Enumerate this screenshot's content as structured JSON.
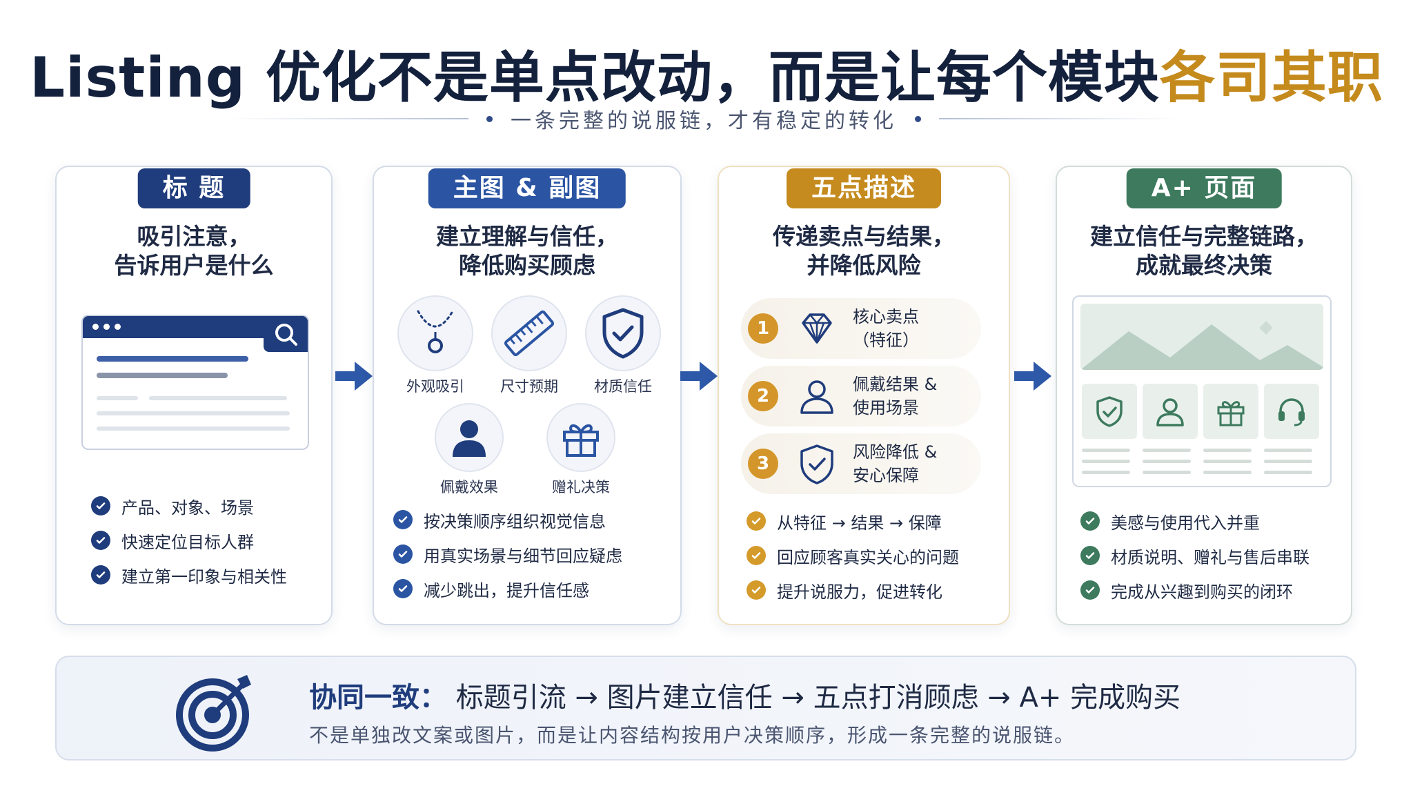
{
  "header": {
    "title_main": "Listing 优化不是单点改动，而是让每个模块",
    "title_highlight": "各司其职",
    "subtitle": "一条完整的说服链，才有稳定的转化"
  },
  "cards": [
    {
      "badge": "标 题",
      "headline": [
        "吸引注意，",
        "告诉用户是什么"
      ],
      "checks": [
        "产品、对象、场景",
        "快速定位目标人群",
        "建立第一印象与相关性"
      ]
    },
    {
      "badge": "主图 & 副图",
      "headline": [
        "建立理解与信任，",
        "降低购买顾虑"
      ],
      "icons": [
        "外观吸引",
        "尺寸预期",
        "材质信任",
        "佩戴效果",
        "赠礼决策"
      ],
      "checks": [
        "按决策顺序组织视觉信息",
        "用真实场景与细节回应疑虑",
        "减少跳出，提升信任感"
      ]
    },
    {
      "badge": "五点描述",
      "headline": [
        "传递卖点与结果，",
        "并降低风险"
      ],
      "features": [
        {
          "num": "1",
          "line1": "核心卖点",
          "line2": "（特征）"
        },
        {
          "num": "2",
          "line1": "佩戴结果 &",
          "line2": "使用场景"
        },
        {
          "num": "3",
          "line1": "风险降低 &",
          "line2": "安心保障"
        }
      ],
      "checks": [
        "从特征 → 结果 → 保障",
        "回应顾客真实关心的问题",
        "提升说服力，促进转化"
      ]
    },
    {
      "badge": "A+ 页面",
      "headline": [
        "建立信任与完整链路，",
        "成就最终决策"
      ],
      "checks": [
        "美感与使用代入并重",
        "材质说明、赠礼与售后串联",
        "完成从兴趣到购买的闭环"
      ]
    }
  ],
  "summary": {
    "lead": "协同一致：",
    "flow": "标题引流 → 图片建立信任 → 五点打消顾虑 → A+ 完成购买",
    "note": "不是单独改文案或图片，而是让内容结构按用户决策顺序，形成一条完整的说服链。"
  },
  "colors": {
    "navy": "#1f3c7c",
    "blue": "#2b55a3",
    "gold": "#c58b1f",
    "green": "#3d7a5e"
  }
}
